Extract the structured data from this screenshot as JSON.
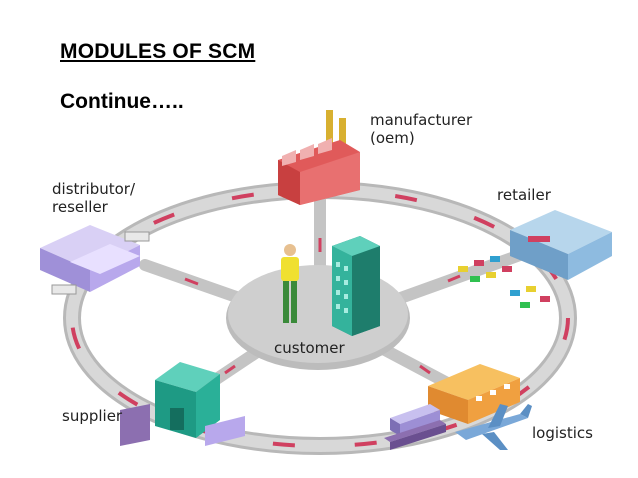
{
  "slide": {
    "title": "MODULES OF SCM",
    "subtitle": "Continue…..",
    "nodes": {
      "manufacturer": {
        "label": "manufacturer\n(oem)",
        "icon": "factory-icon"
      },
      "retailer": {
        "label": "retailer",
        "icon": "store-icon"
      },
      "logistics": {
        "label": "logistics",
        "icon": "warehouse-icon"
      },
      "supplier": {
        "label": "supplier",
        "icon": "supplier-building-icon"
      },
      "distributor": {
        "label": "distributor/\nreseller",
        "icon": "distribution-center-icon"
      },
      "customer": {
        "label": "customer",
        "icon": "person-icon"
      }
    },
    "colors": {
      "ring": "#cfcfcf",
      "ring_dash": "#d04060",
      "hub": "#bdbdbd",
      "factory": "#e05a5a",
      "building": "#2a9a8a"
    }
  }
}
